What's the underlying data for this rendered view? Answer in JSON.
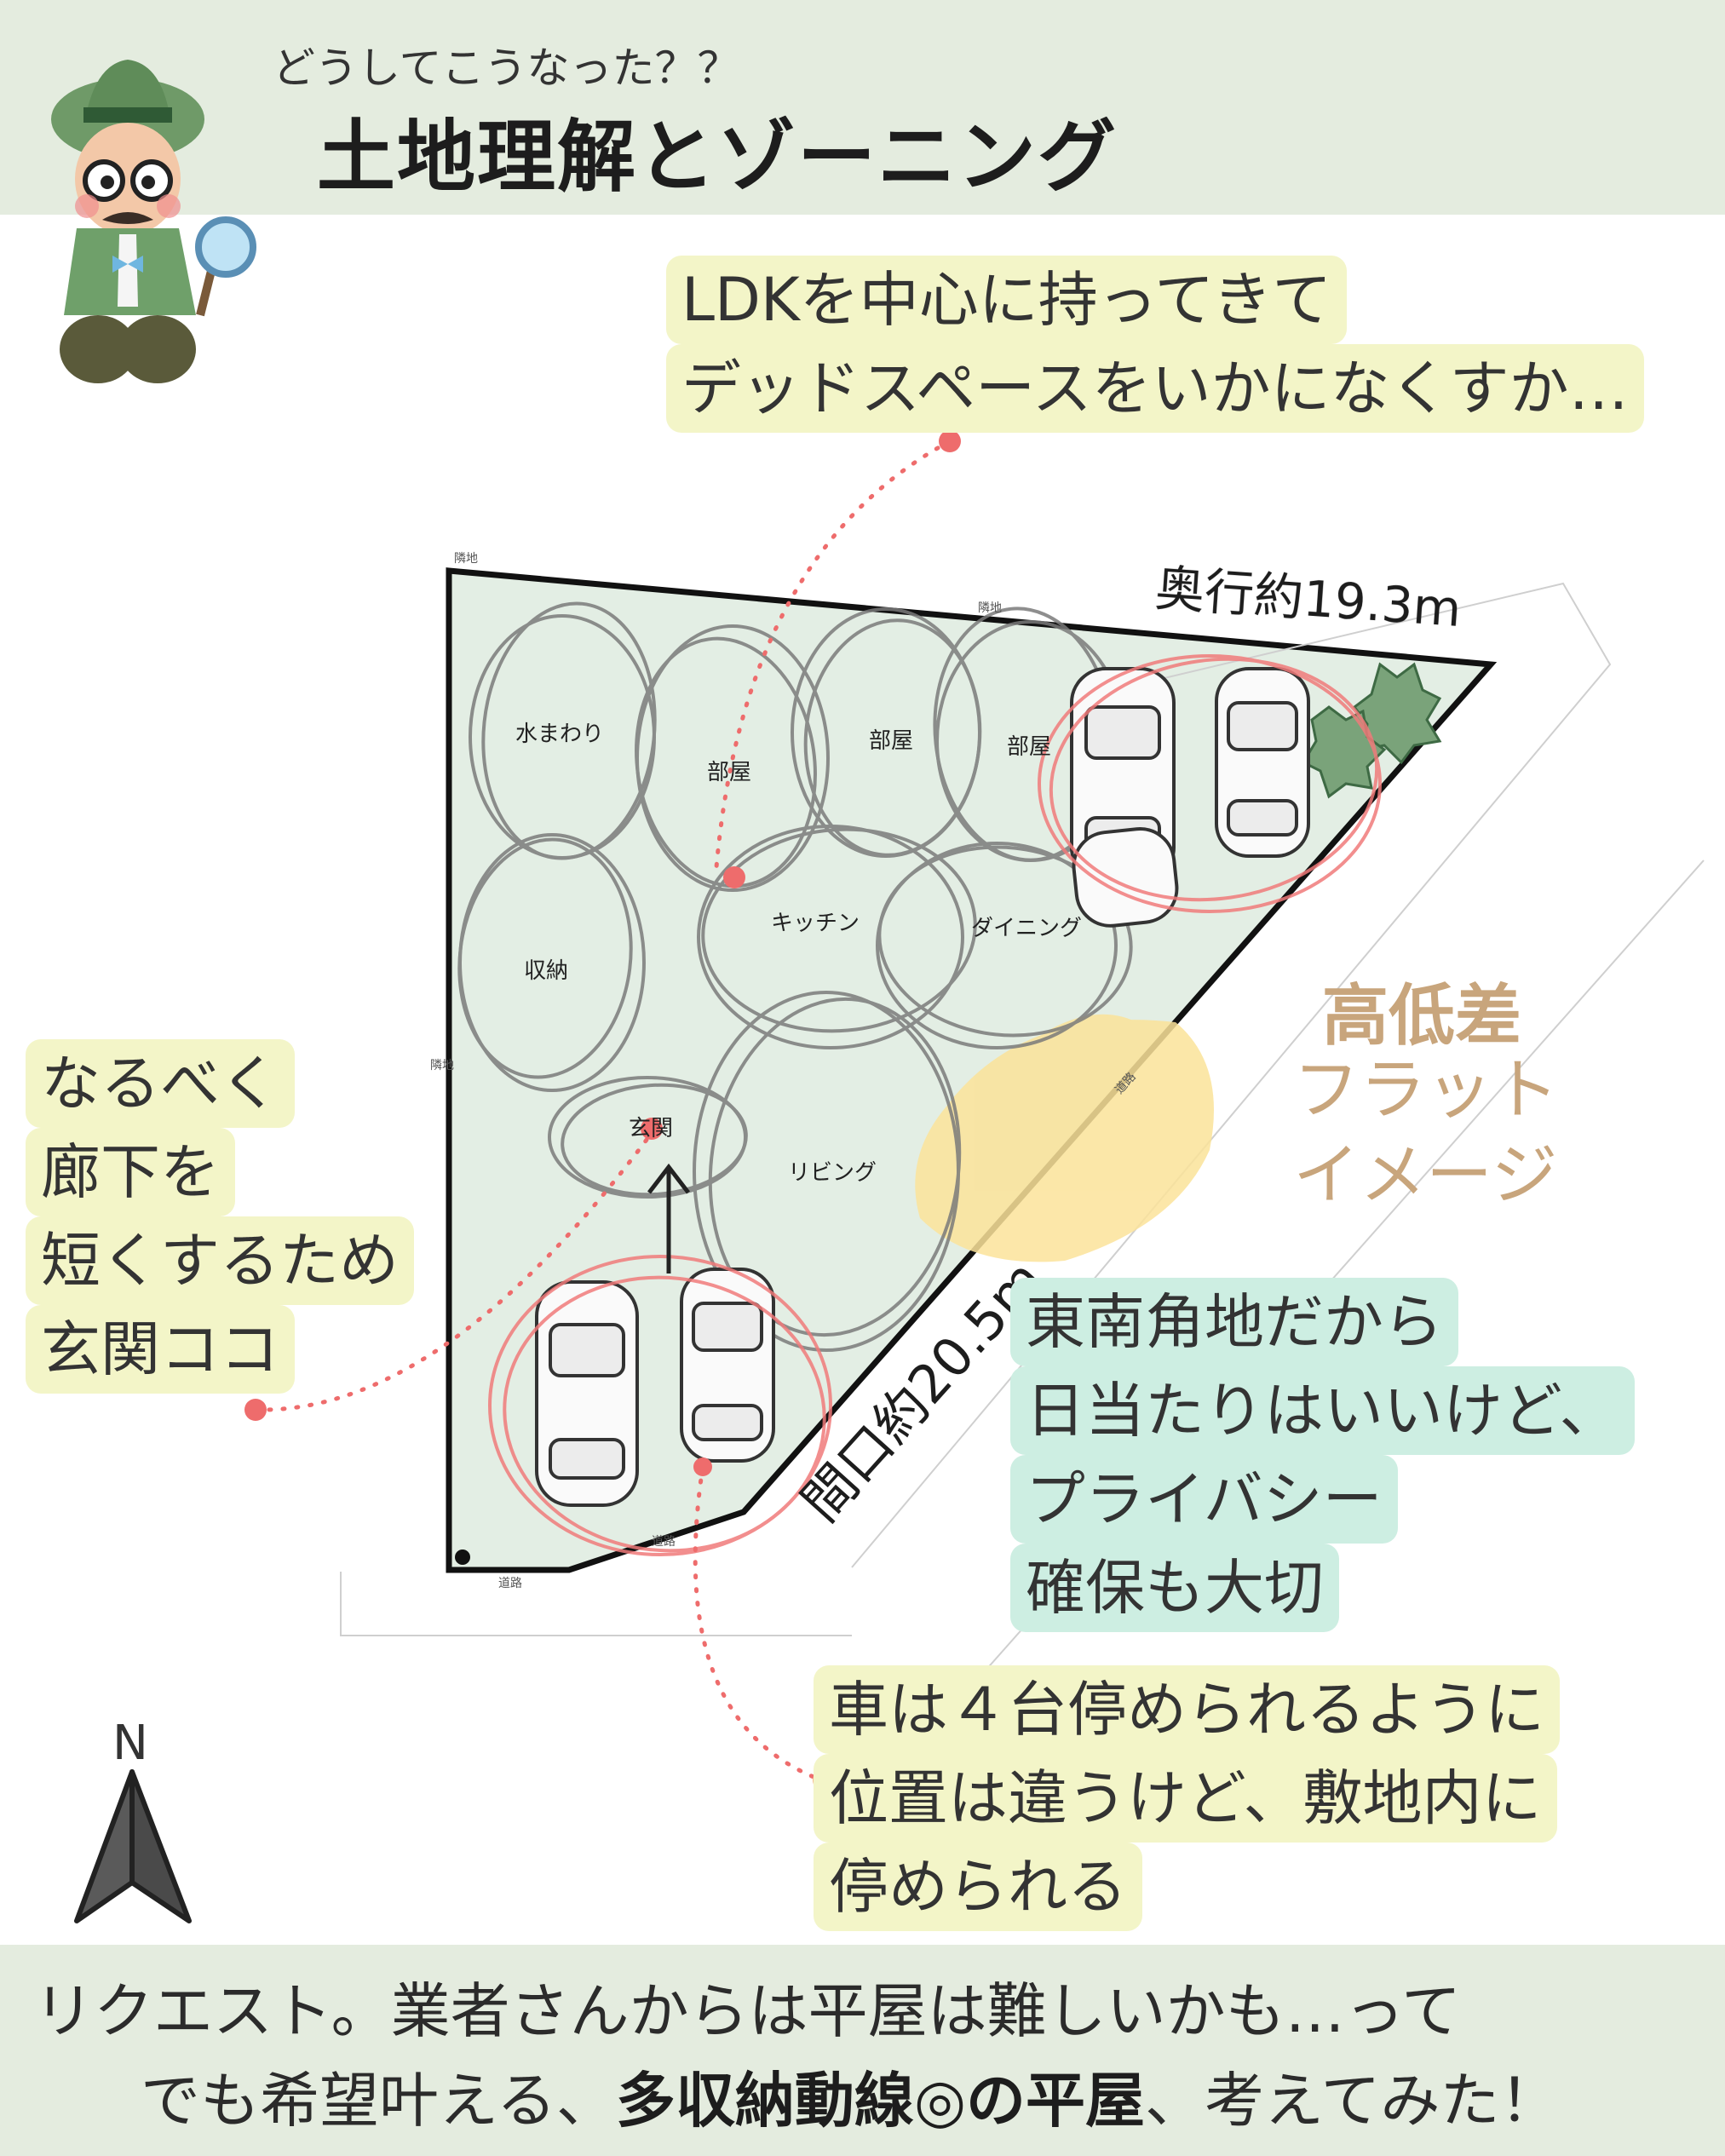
{
  "header": {
    "subtitle": "どうしてこうなった？？",
    "title": "土地理解とゾーニング"
  },
  "notes": {
    "ldk": [
      "LDKを中心に持ってきて",
      "デッドスペースをいかになくすか…"
    ],
    "genkan": [
      "なるべく",
      "廊下を",
      "短くするため",
      "玄関ココ"
    ],
    "sun": [
      "東南角地だから",
      "日当たりはいいけど、",
      "プライバシー",
      "確保も大切"
    ],
    "cars": [
      "車は４台停められるように",
      "位置は違うけど、敷地内に",
      "停められる"
    ]
  },
  "dimensions": {
    "depth": "奥行約19.3m",
    "frontage": "間口約20.5m"
  },
  "elevation": {
    "heading": "高低差",
    "lines": [
      "フラット",
      "イメージ"
    ]
  },
  "rooms": {
    "mizumawari": "水まわり",
    "heya1": "部屋",
    "heya2": "部屋",
    "heya3": "部屋",
    "shuno": "収納",
    "kitchen": "キッチン",
    "dining": "ダイニング",
    "genkan": "玄関",
    "living": "リビング"
  },
  "site_labels": {
    "top_left": "隣地",
    "top_mid": "隣地",
    "left": "隣地",
    "bottom": "道路",
    "diagonal_road": "道路",
    "diagonal_road2": "道路"
  },
  "compass": {
    "label": "N"
  },
  "footer": {
    "line1": "リクエスト。業者さんからは平屋は難しいかも…って",
    "line2_pre": "でも希望叶える、",
    "line2_bold": "多収納動線◎の平屋",
    "line2_post": "、考えてみた！"
  },
  "colors": {
    "band": "#e4ecdf",
    "site_fill": "#e3eee4",
    "yellow_note": "#f3f5c8",
    "mint_note": "#cdeee2",
    "elevation_text": "#c8a57c",
    "highlight_red": "#f07a7a"
  }
}
